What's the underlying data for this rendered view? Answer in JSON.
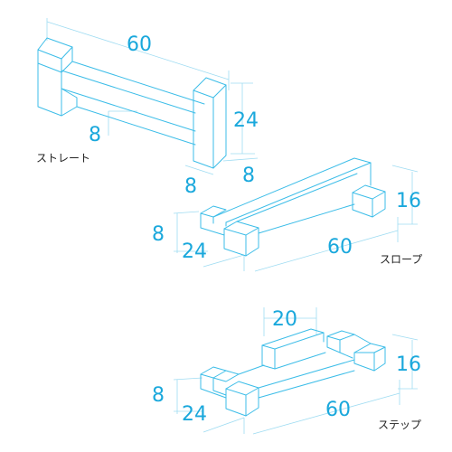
{
  "straight": {
    "caption": "ストレート",
    "dim_length": "60",
    "dim_height": "24",
    "dim_depth_left": "8",
    "dim_depth_front": "8",
    "dim_depth_right": "8"
  },
  "slope": {
    "caption": "スロープ",
    "dim_height_left": "8",
    "dim_height_right": "16",
    "dim_width": "24",
    "dim_length": "60"
  },
  "step": {
    "caption": "ステップ",
    "dim_top": "20",
    "dim_height_left": "8",
    "dim_height_right": "16",
    "dim_width": "24",
    "dim_length": "60"
  },
  "colors": {
    "edge": "#3cbde8",
    "dimension": "#1aa8dc",
    "caption": "#222222"
  }
}
